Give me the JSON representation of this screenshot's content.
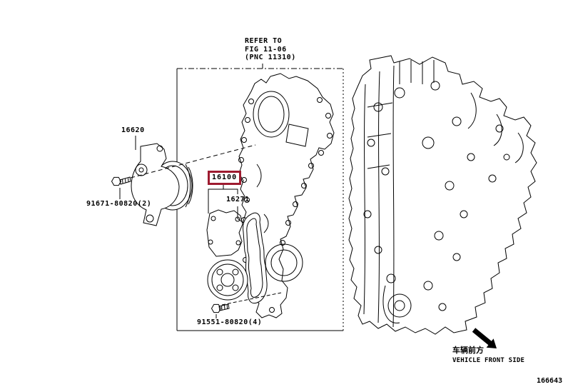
{
  "note": {
    "lines": [
      "REFER TO",
      "FIG 11-06",
      "(PNC 11310)"
    ]
  },
  "labels": {
    "tensioner": "16620",
    "tensioner_bolt": "91671-80820(2)",
    "water_pump": "16100",
    "gasket": "16271",
    "pump_bolt": "91551-80820(4)"
  },
  "direction": {
    "cn": "车辆前方",
    "en": "VEHICLE FRONT SIDE"
  },
  "footer": {
    "figure_number": "166643"
  },
  "colors": {
    "highlight": "#9e1b30",
    "line": "#000000",
    "background": "#ffffff"
  },
  "icons": {
    "front_arrow": "vehicle-front-arrow-icon"
  }
}
